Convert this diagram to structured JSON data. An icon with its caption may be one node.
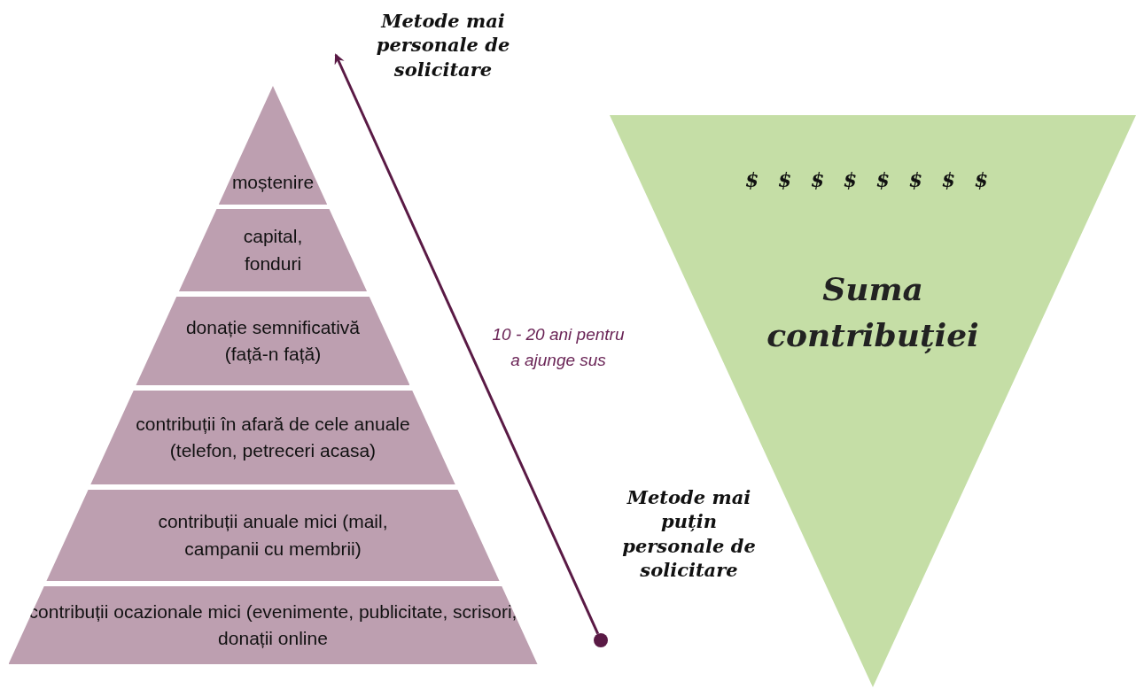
{
  "diagram": {
    "nodes": [
      {
        "text": [
          "moștenire"
        ]
      },
      {
        "text": [
          "capital, fonduri"
        ]
      },
      {
        "text": [
          "donație semnificativă (față-n față)"
        ]
      },
      {
        "text": [
          "contribuții în afară de cele anuale (telefon, petreceri acasa)"
        ]
      },
      {
        "text": [
          "contribuții anuale mici (mail, campanii cu membrii)"
        ]
      },
      {
        "text": [
          "contribuții ocazionale mici (evenimente, publicitate, scrisori, donații online"
        ]
      },
      {
        "text": [],
        "shape": "circle"
      },
      {
        "text": [
          "$ $ $ $ $ $ $ $",
          "Suma contribuției"
        ]
      },
      {
        "text": [
          "Metode mai personale de solicitare"
        ]
      }
    ],
    "edges": [
      {
        "from": 6,
        "to": 8,
        "arrow": "to",
        "label": "10 - 20 ani pentru a ajunge sus"
      }
    ],
    "labels": [
      "Metode mai puțin personale de solicitare"
    ]
  }
}
